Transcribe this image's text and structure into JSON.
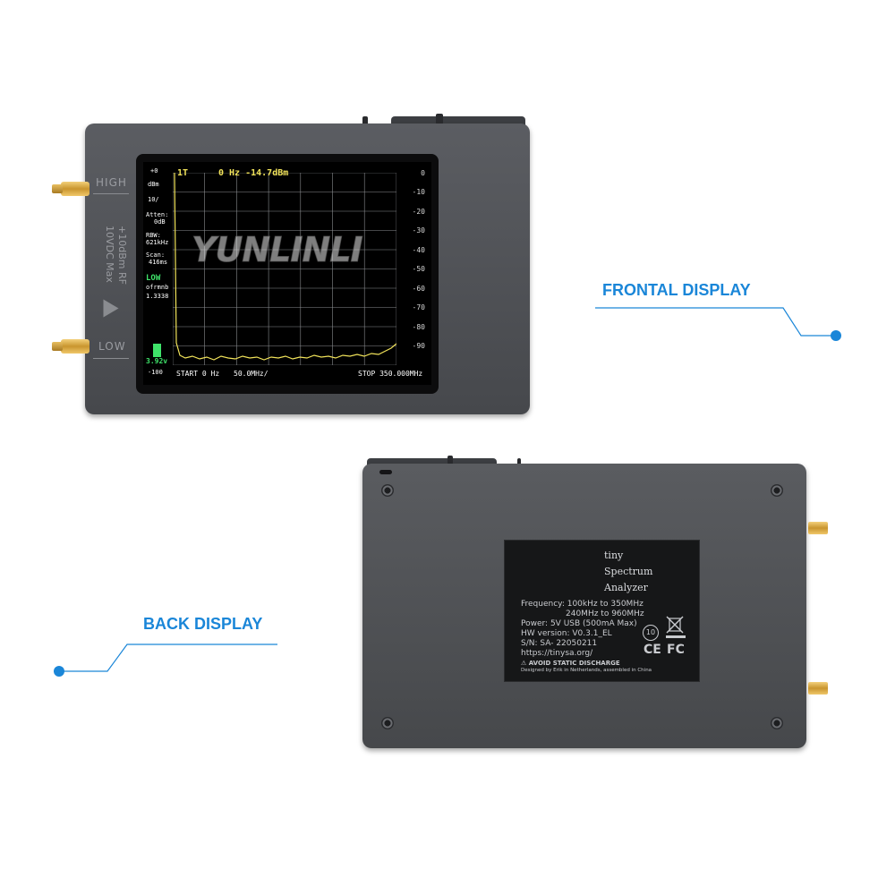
{
  "callouts": {
    "front": "FRONTAL DISPLAY",
    "back": "BACK DISPLAY",
    "accent_color": "#1a86d8"
  },
  "front_device": {
    "port_high": "HIGH",
    "port_low": "LOW",
    "side_text_1": "+10dBm RF",
    "side_text_2": "10VDC Max",
    "screen": {
      "marker": "1T",
      "marker_readout": "0 Hz -14.7dBm",
      "ref_level": "+0",
      "unit": "dBm",
      "scale_div": "10/",
      "atten_label": "Atten:",
      "atten_value": "0dB",
      "rbw_label": "RBW:",
      "rbw_value": "621kHz",
      "scan_label": "Scan:",
      "scan_value": "416ms",
      "mode": "LOW",
      "fromb": "ofrmnb",
      "fromb_value": "1.3338",
      "battery": "3.92v",
      "bottom_ref": "-100",
      "start": "START 0 Hz",
      "div": "50.0MHz/",
      "stop": "STOP 350.000MHz",
      "scale": [
        "0",
        "-10",
        "-20",
        "-30",
        "-40",
        "-50",
        "-60",
        "-70",
        "-80",
        "-90"
      ],
      "watermark": "YUNLINLI"
    }
  },
  "back_device": {
    "label": {
      "title_1": "tiny",
      "title_2": "Spectrum",
      "title_3": "Analyzer",
      "freq_1": "Frequency: 100kHz to 350MHz",
      "freq_2": "240MHz to 960MHz",
      "power": "Power: 5V USB  (500mA  Max)",
      "hw": "HW version: V0.3.1_EL",
      "sn": "S/N: SA- 22050211",
      "url": "https://tinysa.org/",
      "warning": "AVOID STATIC DISCHARGE",
      "designed": "Designed by Erik in Netherlands, assembled in China",
      "cert_ce": "CE",
      "cert_fc": "FC",
      "cert_10": "10"
    }
  }
}
